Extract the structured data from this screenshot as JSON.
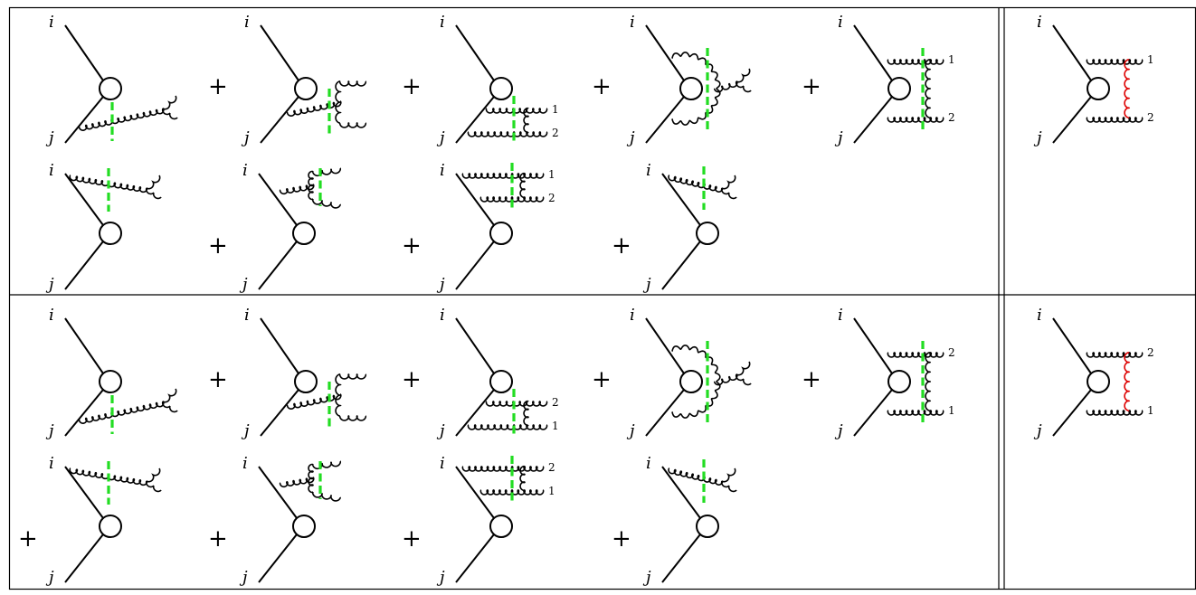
{
  "labels": {
    "i": "i",
    "j": "j",
    "plus": "+",
    "one": "1",
    "two": "2"
  },
  "colors": {
    "line": "#000000",
    "cut": "#22dd22",
    "gluon_red": "#dd0000",
    "background": "#ffffff"
  },
  "table": {
    "rows": [
      {
        "id": "top",
        "main_order": [
          "1",
          "2"
        ],
        "right_order": [
          "1",
          "2"
        ]
      },
      {
        "id": "bottom",
        "main_order": [
          "2",
          "1"
        ],
        "right_order": [
          "2",
          "1"
        ]
      }
    ]
  }
}
